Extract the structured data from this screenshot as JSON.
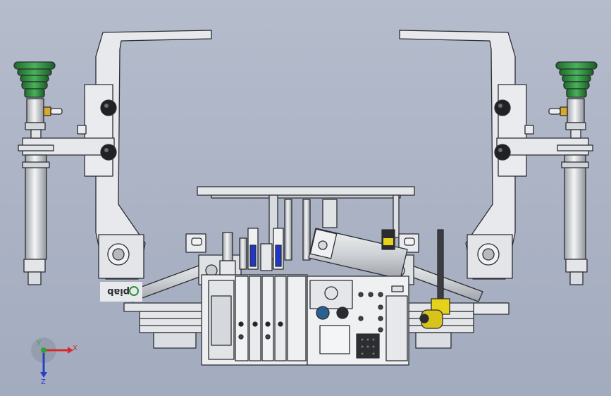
{
  "viewport": {
    "background_top": "#b5bccc",
    "background_bottom": "#a3acbf"
  },
  "model": {
    "brand_text": "piab",
    "part_colors": {
      "frame": "#e7e9ec",
      "outline": "#2b2d31",
      "suction_cup": "#2f8f3e",
      "fitting": "#d8a92a",
      "sensor_yellow": "#e7d21b",
      "blue_valve": "#2036c8",
      "rod": "#3b3d42"
    }
  },
  "triad": {
    "x_label": "X",
    "y_label": "Y",
    "z_label": "Z",
    "x_color": "#d62b2b",
    "y_color": "#2fa33a",
    "z_color": "#2a3fc4"
  }
}
